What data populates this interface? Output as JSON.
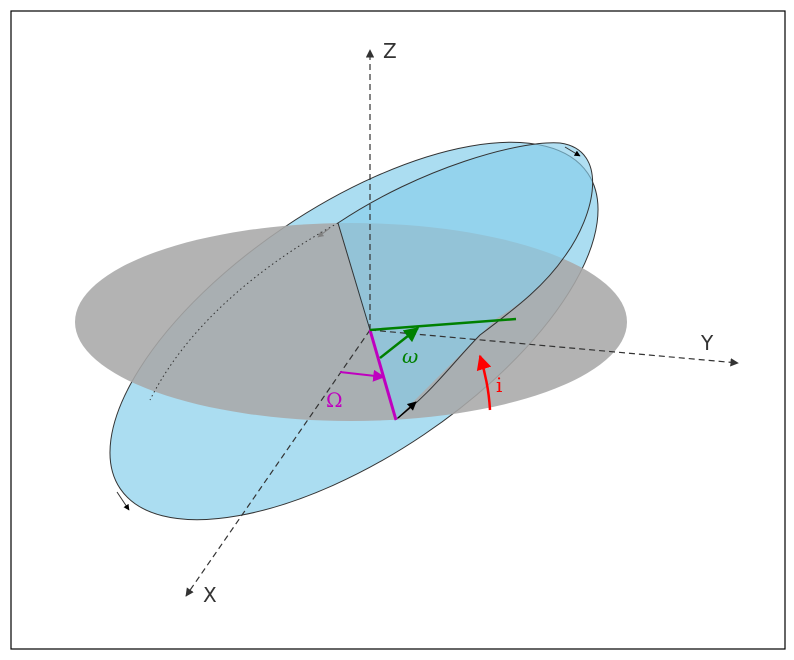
{
  "axes": {
    "x": "X",
    "y": "Y",
    "z": "Z"
  },
  "angles": {
    "inclination": "i",
    "ascending_node": "Ω",
    "periapsis": "ω"
  },
  "colors": {
    "reference_plane": "#a8a8a8",
    "orbit_plane": "#87ceeb",
    "axis": "#333333",
    "inclination": "#ff0000",
    "ascending_node": "#bf00bf",
    "periapsis": "#008000",
    "frame": "#000000"
  }
}
